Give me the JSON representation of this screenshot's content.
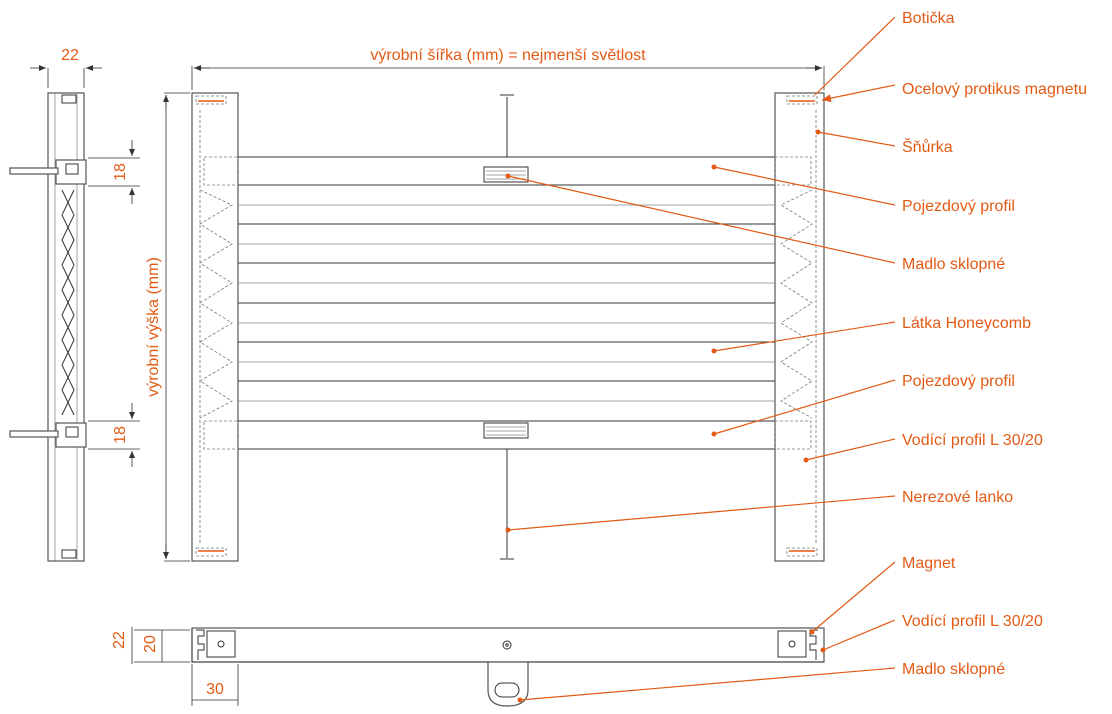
{
  "colors": {
    "accent": "#e35a14",
    "line": "#555555"
  },
  "dimensions": {
    "width_label": "výrobní šířka (mm) = nejmenší světlost",
    "height_label": "výrobní výška (mm)",
    "side_top": "22",
    "side_gap_top": "18",
    "side_gap_bottom": "18",
    "bottom_22": "22",
    "bottom_20": "20",
    "bottom_30": "30"
  },
  "labels": [
    {
      "id": "boticka",
      "text": "Botička"
    },
    {
      "id": "ocelovy",
      "text": "Ocelový protikus magnetu"
    },
    {
      "id": "snurka",
      "text": "Šňůrka"
    },
    {
      "id": "pojezd1",
      "text": "Pojezdový profil"
    },
    {
      "id": "madlo1",
      "text": "Madlo sklopné"
    },
    {
      "id": "latka",
      "text": "Látka Honeycomb"
    },
    {
      "id": "pojezd2",
      "text": "Pojezdový profil"
    },
    {
      "id": "vodici1",
      "text": "Vodící profil L 30/20"
    },
    {
      "id": "lanko",
      "text": "Nerezové lanko"
    },
    {
      "id": "magnet",
      "text": "Magnet"
    },
    {
      "id": "vodici2",
      "text": "Vodící profil L 30/20"
    },
    {
      "id": "madlo2",
      "text": "Madlo sklopné"
    }
  ]
}
